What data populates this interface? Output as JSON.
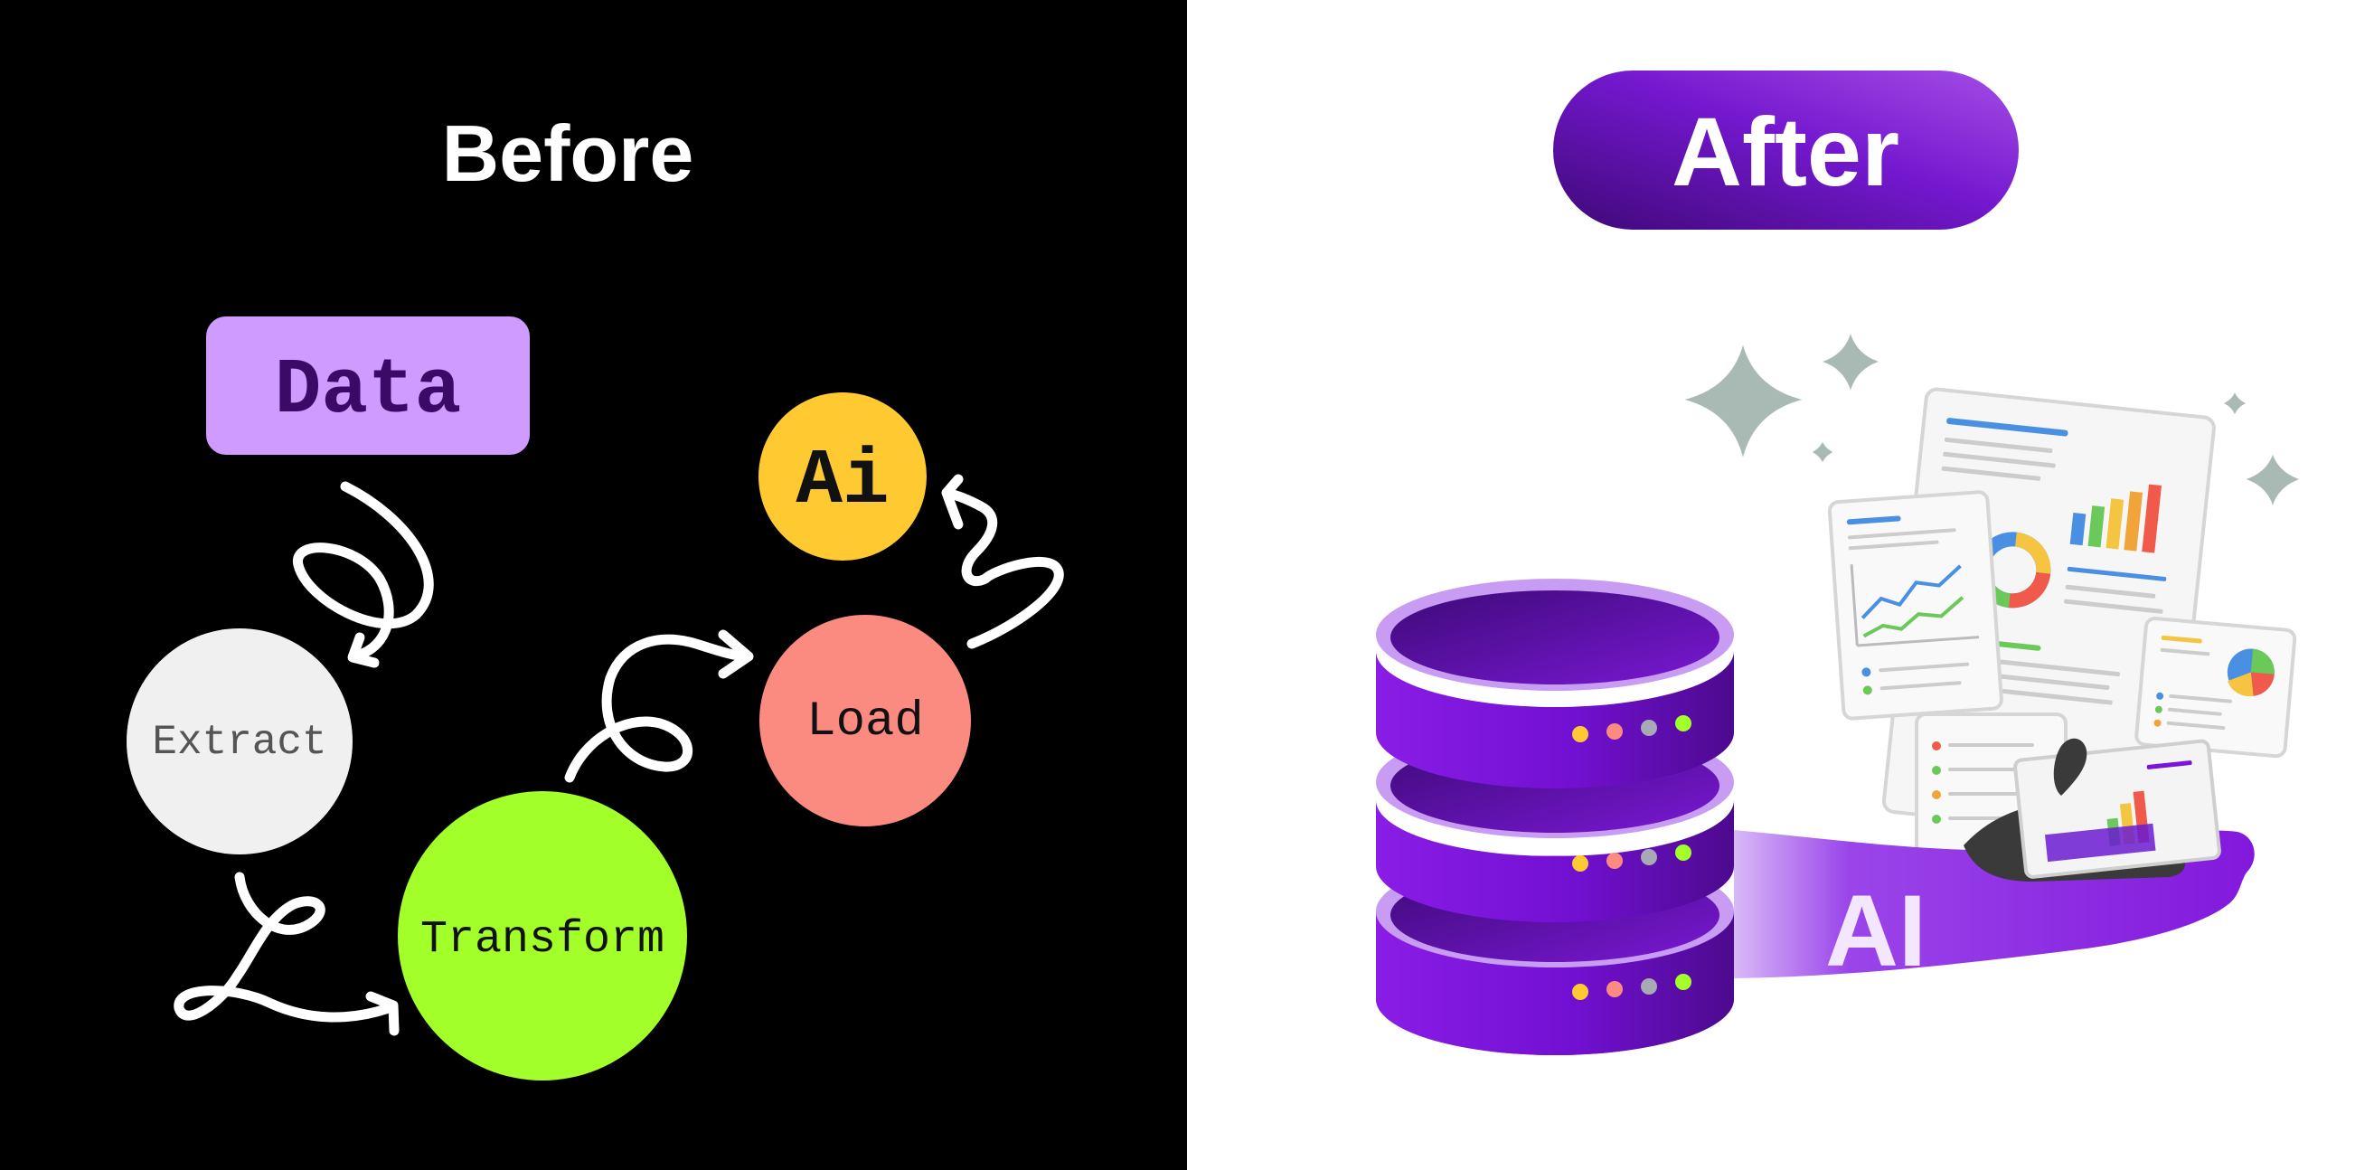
{
  "before": {
    "title": "Before",
    "nodes": {
      "data": "Data",
      "ai": "Ai",
      "extract": "Extract",
      "load": "Load",
      "transform": "Transform"
    },
    "colors": {
      "background": "#000000",
      "data": "#cf9bff",
      "ai": "#ffc932",
      "extract": "#f0f0f0",
      "load": "#fb8b80",
      "transform": "#a2ff2a"
    }
  },
  "after": {
    "title": "After",
    "band_label": "AI",
    "colors": {
      "purple": "#7a14d8",
      "purple_dark": "#4a0a8c",
      "purple_light": "#c79cf2",
      "sparkle": "#a9bab5"
    }
  }
}
